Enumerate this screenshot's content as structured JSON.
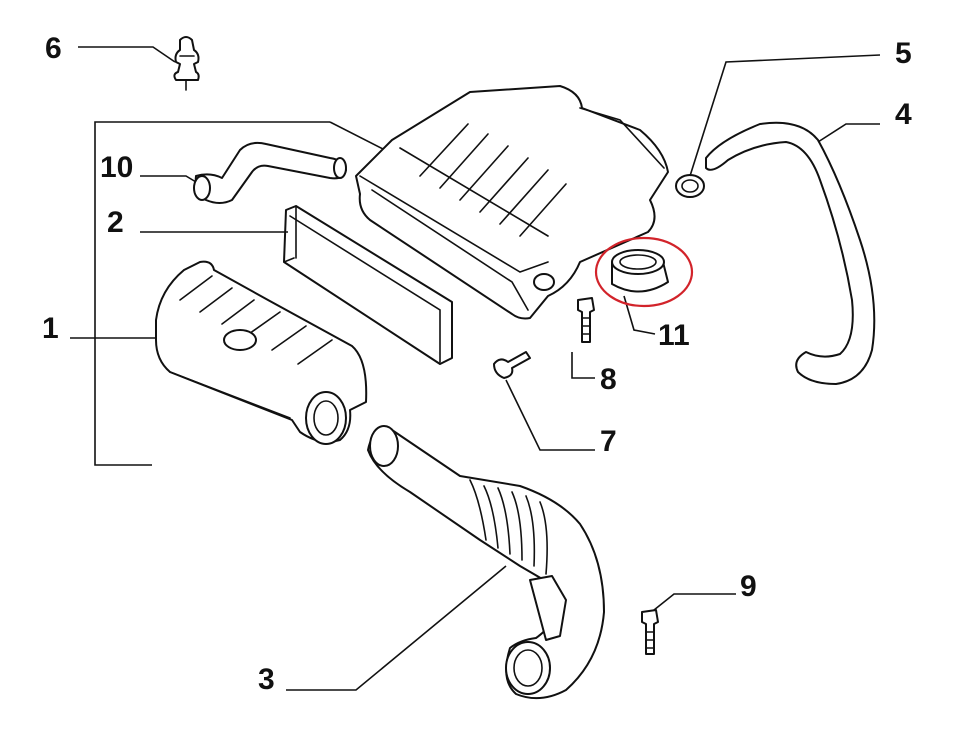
{
  "labels": {
    "p1": "1",
    "p2": "2",
    "p3": "3",
    "p4": "4",
    "p5": "5",
    "p6": "6",
    "p7": "7",
    "p8": "8",
    "p9": "9",
    "p10": "10",
    "p11": "11"
  },
  "highlight": {
    "part": "11",
    "color": "#d2232a"
  }
}
